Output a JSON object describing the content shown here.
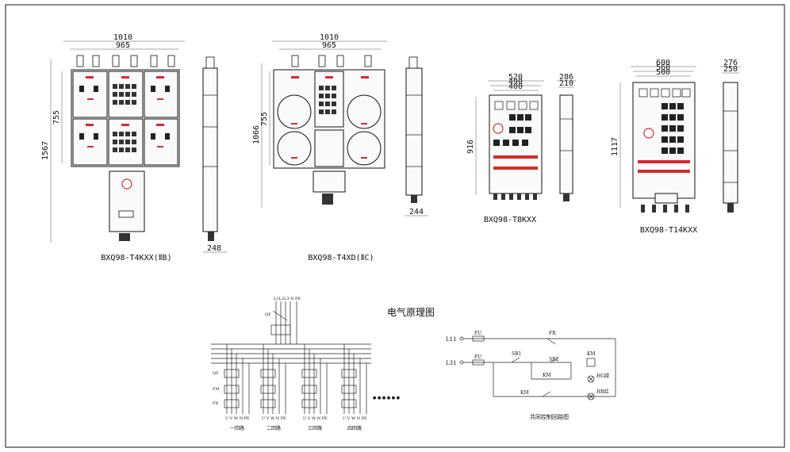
{
  "drawings": {
    "t4kxx_caption": "BXQ98-T4KXX(ⅡB)",
    "t4xd_caption": "BXQ98-T4XD(ⅡC)",
    "t8kxx_caption": "BXQ98-T8KXX",
    "t14kxx_caption": "BXQ98-T14KXX"
  },
  "dimensions": {
    "t4kxx": {
      "width_outer": "1010",
      "width_inner": "965",
      "height_total": "1567",
      "height_upper": "755",
      "side_depth": "248"
    },
    "t4xd": {
      "width_outer": "1010",
      "width_inner": "965",
      "height": "1066",
      "height_inner": "755",
      "side_depth": "244"
    },
    "t8kxx": {
      "w1": "520",
      "w2": "490",
      "w3": "400",
      "side1": "286",
      "side2": "210",
      "h": "916"
    },
    "t14kxx": {
      "w1": "600",
      "w2": "560",
      "w3": "500",
      "side1": "276",
      "side2": "250",
      "h": "1117"
    }
  },
  "schematic": {
    "title": "电气原理图",
    "bus_labels": "L1L2L3 N PE",
    "qf_label": "QF",
    "qf_row_label": "QF",
    "fm_label": "FM",
    "fr_label": "FR",
    "terminal_labels": "U V W N PE",
    "circuits": [
      "一回路",
      "二回路",
      "三回路",
      "四回路"
    ],
    "ellipsis": "● ● ● ● ● ●"
  },
  "control": {
    "title": "共同控制回路图",
    "l11": "L11",
    "l31": "L31",
    "fu1": "FU",
    "fu2": "FU",
    "fr": "FR",
    "sb1": "SB1",
    "sb2": "SB2",
    "km_coil": "KM",
    "km_contact": "KM",
    "km_aux": "KM",
    "hg": "HG绿",
    "hr": "HR红"
  }
}
